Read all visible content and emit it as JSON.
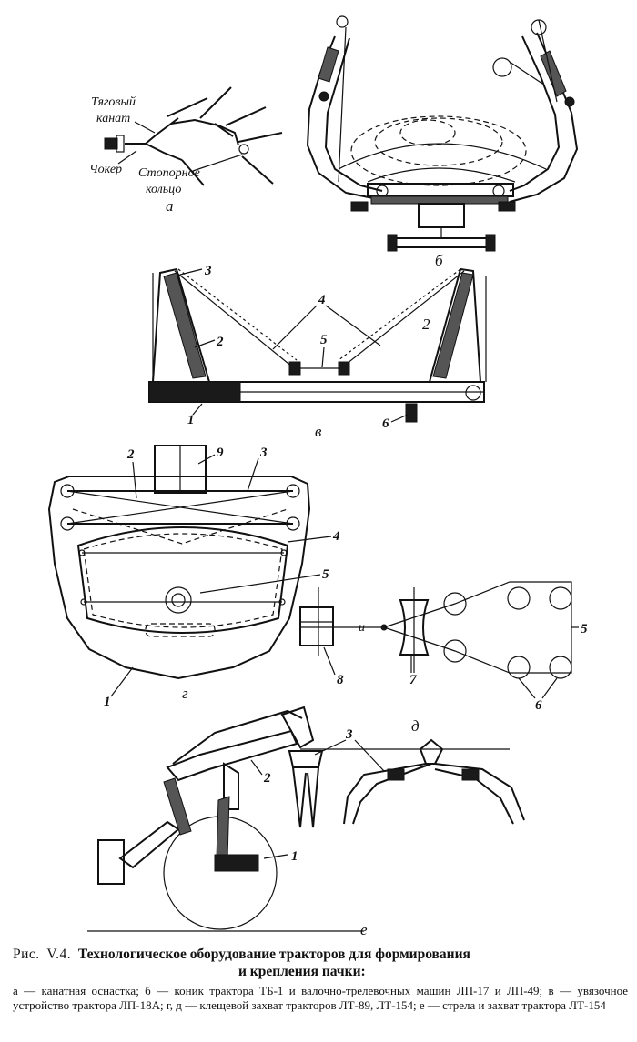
{
  "figure": {
    "labels": {
      "a": "а",
      "b": "б",
      "v": "в",
      "g": "г",
      "d": "д",
      "e": "е"
    },
    "panel_a": {
      "towing_rope": [
        "Тяговый",
        "канат"
      ],
      "choker": "Чокер",
      "stop_ring": [
        "Стопорное",
        "кольцо"
      ]
    },
    "numbers": {
      "n1": "1",
      "n2": "2",
      "n3": "3",
      "n4": "4",
      "n5": "5",
      "n6": "6",
      "n7": "7",
      "n8": "8",
      "n9": "9"
    },
    "caption": {
      "fig_prefix": "Рис.",
      "fig_num": "V.4.",
      "title_line1": "Технологическое оборудование тракторов для формирования",
      "title_line2": "и крепления пачки:",
      "description": "а — канатная оснастка; б — коник трактора ТБ-1 и валочно-трелевочных машин ЛП-17 и ЛП-49; в — увязочное устройство трактора ЛП-18А; г, д — клещевой захват тракторов ЛТ-89, ЛТ-154; е — стрела и захват трактора ЛТ-154"
    }
  }
}
